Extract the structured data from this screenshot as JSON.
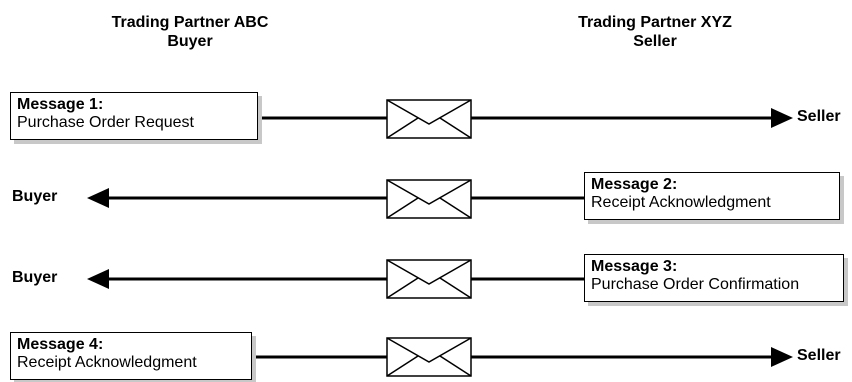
{
  "headers": {
    "left": {
      "line1": "Trading Partner ABC",
      "line2": "Buyer"
    },
    "right": {
      "line1": "Trading Partner XYZ",
      "line2": "Seller"
    }
  },
  "messages": [
    {
      "title": "Message 1:",
      "subtitle": "Purchase Order Request",
      "direction": "to-seller",
      "end_label": "Seller"
    },
    {
      "title": "Message 2:",
      "subtitle": "Receipt Acknowledgment",
      "direction": "to-buyer",
      "end_label": "Buyer"
    },
    {
      "title": "Message 3:",
      "subtitle": "Purchase Order Confirmation",
      "direction": "to-buyer",
      "end_label": "Buyer"
    },
    {
      "title": "Message 4:",
      "subtitle": "Receipt Acknowledgment",
      "direction": "to-seller",
      "end_label": "Seller"
    }
  ],
  "icons": {
    "envelope": "envelope-icon",
    "arrow": "arrowhead-icon"
  }
}
